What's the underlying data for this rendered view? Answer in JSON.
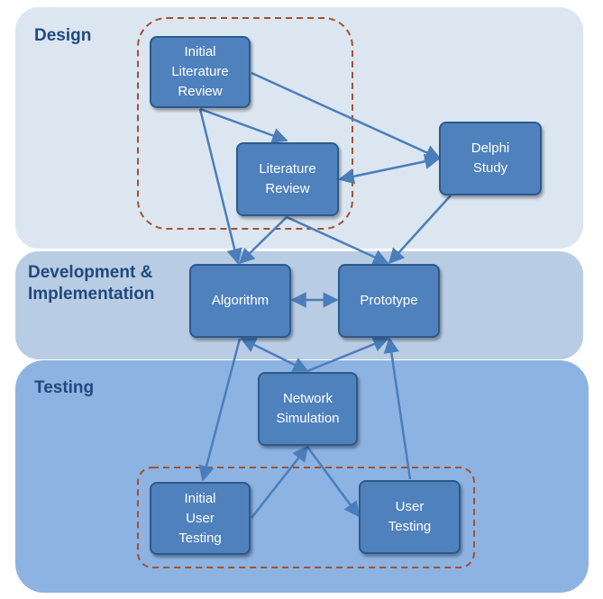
{
  "phases": {
    "design": "Design",
    "development": "Development & Implementation",
    "testing": "Testing"
  },
  "nodes": {
    "initial_literature_review": "Initial\nLiterature\nReview",
    "literature_review": "Literature\nReview",
    "delphi_study": "Delphi\nStudy",
    "algorithm": "Algorithm",
    "prototype": "Prototype",
    "network_simulation": "Network\nSimulation",
    "initial_user_testing": "Initial\nUser\nTesting",
    "user_testing": "User\nTesting"
  },
  "colors": {
    "design_band": "#dce6f1",
    "development_band": "#b8cce4",
    "testing_band": "#8db3e2",
    "node_fill": "#4f81bd",
    "arrow": "#4a7ebb",
    "dashed_outline": "#a0522d",
    "phase_label": "#1f497d"
  }
}
